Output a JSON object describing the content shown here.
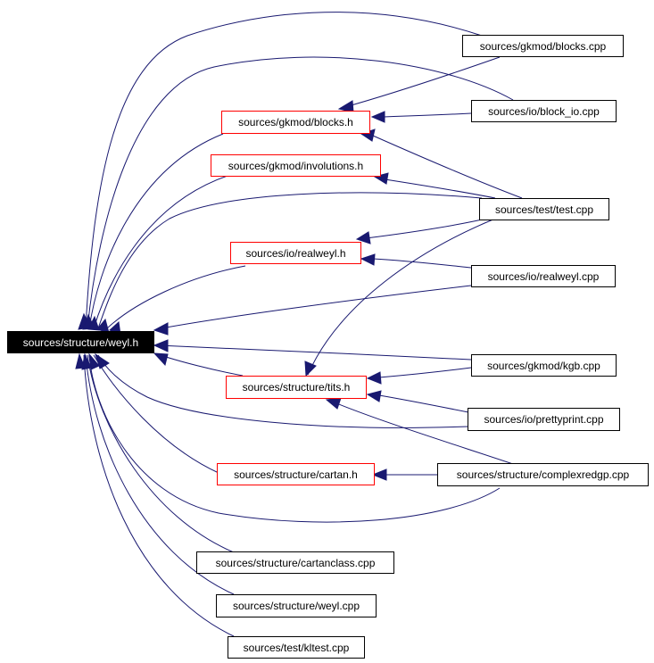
{
  "nodes": {
    "weyl_h": "sources/structure/weyl.h",
    "blocks_cpp": "sources/gkmod/blocks.cpp",
    "blocks_h": "sources/gkmod/blocks.h",
    "block_io_cpp": "sources/io/block_io.cpp",
    "involutions_h": "sources/gkmod/involutions.h",
    "test_cpp": "sources/test/test.cpp",
    "realweyl_h": "sources/io/realweyl.h",
    "realweyl_cpp": "sources/io/realweyl.cpp",
    "kgb_cpp": "sources/gkmod/kgb.cpp",
    "tits_h": "sources/structure/tits.h",
    "prettyprint_cpp": "sources/io/prettyprint.cpp",
    "cartan_h": "sources/structure/cartan.h",
    "complexredgp_cpp": "sources/structure/complexredgp.cpp",
    "cartanclass_cpp": "sources/structure/cartanclass.cpp",
    "weyl_cpp": "sources/structure/weyl.cpp",
    "kltest_cpp": "sources/test/kltest.cpp"
  },
  "colors": {
    "edge": "#191970",
    "header_border": "#ff0000",
    "file_border": "#000000",
    "root_fill": "#000000"
  }
}
